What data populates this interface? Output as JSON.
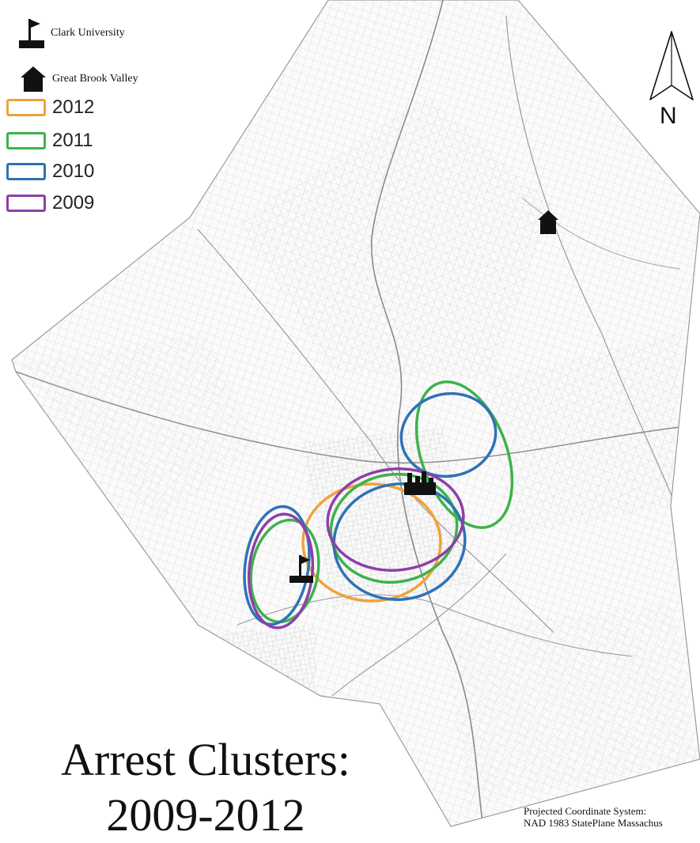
{
  "legend": {
    "places": [
      {
        "label": "Clark University",
        "icon": "flag-icon"
      },
      {
        "label": "Great Brook Valley",
        "icon": "house-icon"
      }
    ],
    "years": [
      {
        "label": "2012",
        "color": "#f0a23c"
      },
      {
        "label": "2011",
        "color": "#3cb34a"
      },
      {
        "label": "2010",
        "color": "#2f72b6"
      },
      {
        "label": "2009",
        "color": "#8e3fa8"
      }
    ]
  },
  "north_label": "N",
  "title_line1": "Arrest Clusters:",
  "title_line2": "2009-2012",
  "projection_line1": "Projected Coordinate System:",
  "projection_line2": "NAD 1983 StatePlane Massachus"
}
